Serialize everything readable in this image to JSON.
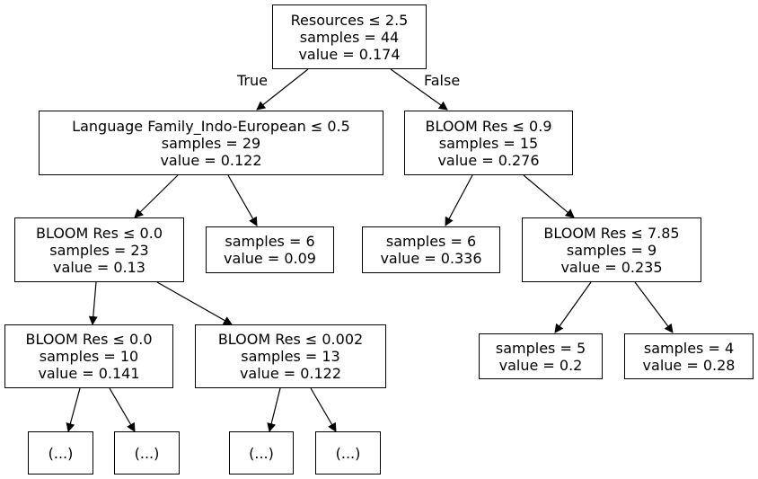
{
  "tree": {
    "root": {
      "condition": "Resources ≤ 2.5",
      "samples": "samples = 44",
      "value": "value = 0.174"
    },
    "true_label": "True",
    "false_label": "False",
    "left": {
      "condition": "Language Family_Indo-European ≤ 0.5",
      "samples": "samples = 29",
      "value": "value = 0.122"
    },
    "right": {
      "condition": "BLOOM Res ≤ 0.9",
      "samples": "samples = 15",
      "value": "value = 0.276"
    },
    "ll": {
      "condition": "BLOOM Res ≤ 0.0",
      "samples": "samples = 23",
      "value": "value = 0.13"
    },
    "lr": {
      "samples": "samples = 6",
      "value": "value = 0.09"
    },
    "rl": {
      "samples": "samples = 6",
      "value": "value = 0.336"
    },
    "rr": {
      "condition": "BLOOM Res ≤ 7.85",
      "samples": "samples = 9",
      "value": "value = 0.235"
    },
    "lll": {
      "condition": "BLOOM Res ≤ 0.0",
      "samples": "samples = 10",
      "value": "value = 0.141"
    },
    "llr": {
      "condition": "BLOOM Res ≤ 0.002",
      "samples": "samples = 13",
      "value": "value = 0.122"
    },
    "rrl": {
      "samples": "samples = 5",
      "value": "value = 0.2"
    },
    "rrr": {
      "samples": "samples = 4",
      "value": "value = 0.28"
    },
    "ellipsis": "(...)"
  }
}
